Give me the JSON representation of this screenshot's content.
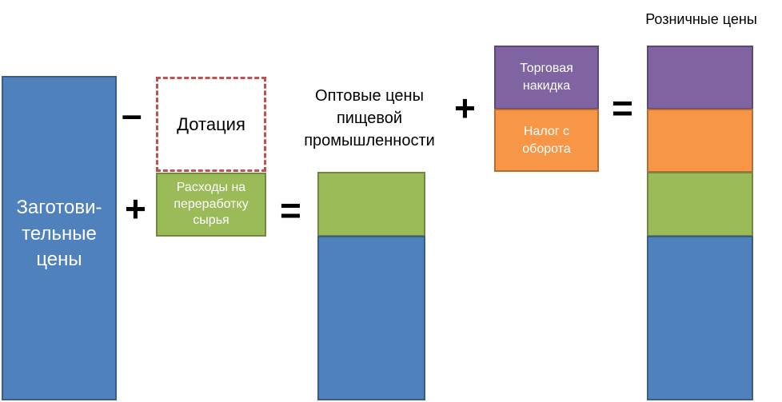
{
  "blocks": {
    "procurement_prices": "Заготови-\nтельные\nцены",
    "subsidy": "Дотация",
    "processing_costs": "Расходы на\nпереработку\nсырья",
    "wholesale_prices": "Оптовые цены\nпищевой\nпромышленности",
    "trade_markup": "Торговая\nнакидка",
    "turnover_tax": "Налог с\nоборота",
    "retail_prices": "Розничные цены"
  },
  "operators": {
    "minus": "–",
    "plus_1": "+",
    "equals_1": "=",
    "plus_2": "+",
    "equals_2": "="
  },
  "colors": {
    "base_price": "#4f81bd",
    "processing": "#9bbb59",
    "markup": "#8064a2",
    "tax": "#f79646",
    "subsidy_border": "#c0504d"
  }
}
